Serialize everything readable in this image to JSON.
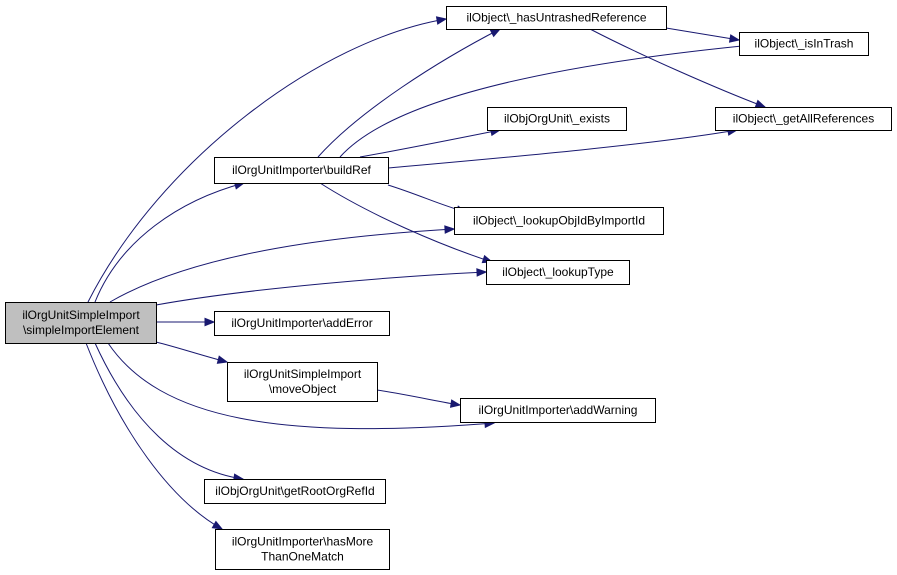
{
  "colors": {
    "edge": "#191970",
    "node_fill": "#ffffff",
    "root_fill": "#bfbfbf",
    "node_border": "#000000"
  },
  "nodes": {
    "root": {
      "lines": [
        "ilOrgUnitSimpleImport",
        "\\simpleImportElement"
      ]
    },
    "has_untrashed": {
      "lines": [
        "ilObject\\_hasUntrashedReference"
      ]
    },
    "is_in_trash": {
      "lines": [
        "ilObject\\_isInTrash"
      ]
    },
    "get_all_refs": {
      "lines": [
        "ilObject\\_getAllReferences"
      ]
    },
    "objorgunit_exists": {
      "lines": [
        "ilObjOrgUnit\\_exists"
      ]
    },
    "build_ref": {
      "lines": [
        "ilOrgUnitImporter\\buildRef"
      ]
    },
    "lookup_objid": {
      "lines": [
        "ilObject\\_lookupObjIdByImportId"
      ]
    },
    "lookup_type": {
      "lines": [
        "ilObject\\_lookupType"
      ]
    },
    "add_error": {
      "lines": [
        "ilOrgUnitImporter\\addError"
      ]
    },
    "move_object": {
      "lines": [
        "ilOrgUnitSimpleImport",
        "\\moveObject"
      ]
    },
    "add_warning": {
      "lines": [
        "ilOrgUnitImporter\\addWarning"
      ]
    },
    "get_root_ref": {
      "lines": [
        "ilObjOrgUnit\\getRootOrgRefId"
      ]
    },
    "has_more": {
      "lines": [
        "ilOrgUnitImporter\\hasMore",
        "ThanOneMatch"
      ]
    }
  },
  "edges": [
    [
      "root",
      "has_untrashed"
    ],
    [
      "root",
      "build_ref"
    ],
    [
      "root",
      "lookup_objid"
    ],
    [
      "root",
      "lookup_type"
    ],
    [
      "root",
      "add_error"
    ],
    [
      "root",
      "move_object"
    ],
    [
      "root",
      "add_warning"
    ],
    [
      "root",
      "get_root_ref"
    ],
    [
      "root",
      "has_more"
    ],
    [
      "has_untrashed",
      "is_in_trash"
    ],
    [
      "has_untrashed",
      "get_all_refs"
    ],
    [
      "build_ref",
      "has_untrashed"
    ],
    [
      "build_ref",
      "is_in_trash"
    ],
    [
      "build_ref",
      "objorgunit_exists"
    ],
    [
      "build_ref",
      "get_all_refs"
    ],
    [
      "build_ref",
      "lookup_objid"
    ],
    [
      "build_ref",
      "lookup_type"
    ],
    [
      "move_object",
      "add_warning"
    ]
  ]
}
